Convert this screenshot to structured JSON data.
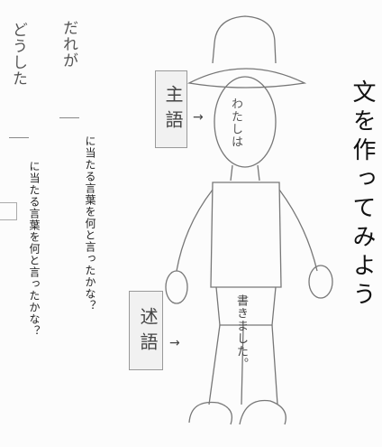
{
  "worksheet": {
    "title": "文を作ってみよう",
    "who_label": "だれが",
    "who_prompt": "に当たる言葉を何と言ったかな？",
    "what_did_label": "どうした",
    "what_did_prompt": "に当たる言葉を何と言ったかな？",
    "subject_term": "主語",
    "predicate_term": "述語",
    "figure_face_text": "わたしは",
    "figure_body_text": "書きました。",
    "arrow": "→"
  }
}
